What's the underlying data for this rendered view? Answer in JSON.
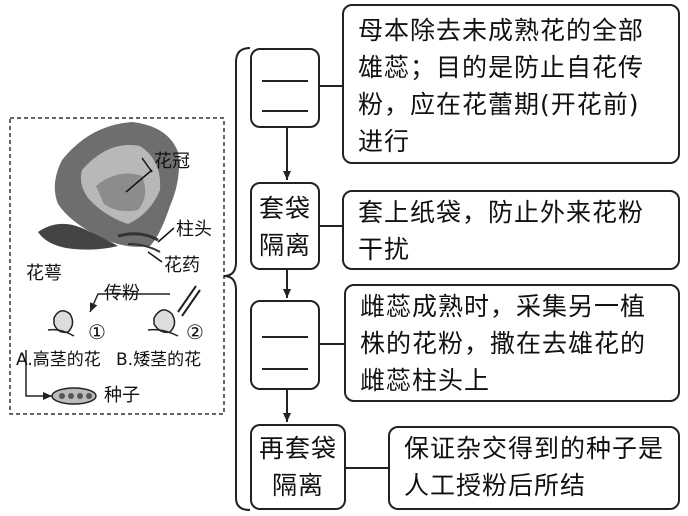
{
  "diagram": {
    "left_panel": {
      "labels": {
        "corolla": "花冠",
        "stigma": "柱头",
        "anther": "花药",
        "calyx": "花萼",
        "pollination": "传粉",
        "circle_1": "①",
        "circle_2": "②",
        "tall_flower": "A.高茎的花",
        "short_flower": "B.矮茎的花",
        "seed": "种子"
      }
    },
    "steps": [
      {
        "label": "",
        "blank": true,
        "description": "母本除去未成熟花的全部\n雄蕊；目的是防止自花传\n粉，应在花蕾期(开花前)\n进行"
      },
      {
        "label": "套袋\n隔离",
        "blank": false,
        "description": "套上纸袋，防止外来花粉\n干扰"
      },
      {
        "label": "",
        "blank": true,
        "description": "雌蕊成熟时，采集另一植\n株的花粉，撒在去雄花的\n雌蕊柱头上"
      },
      {
        "label": "再套袋\n隔离",
        "blank": false,
        "description": "保证杂交得到的种子是\n人工授粉后所结"
      }
    ]
  }
}
